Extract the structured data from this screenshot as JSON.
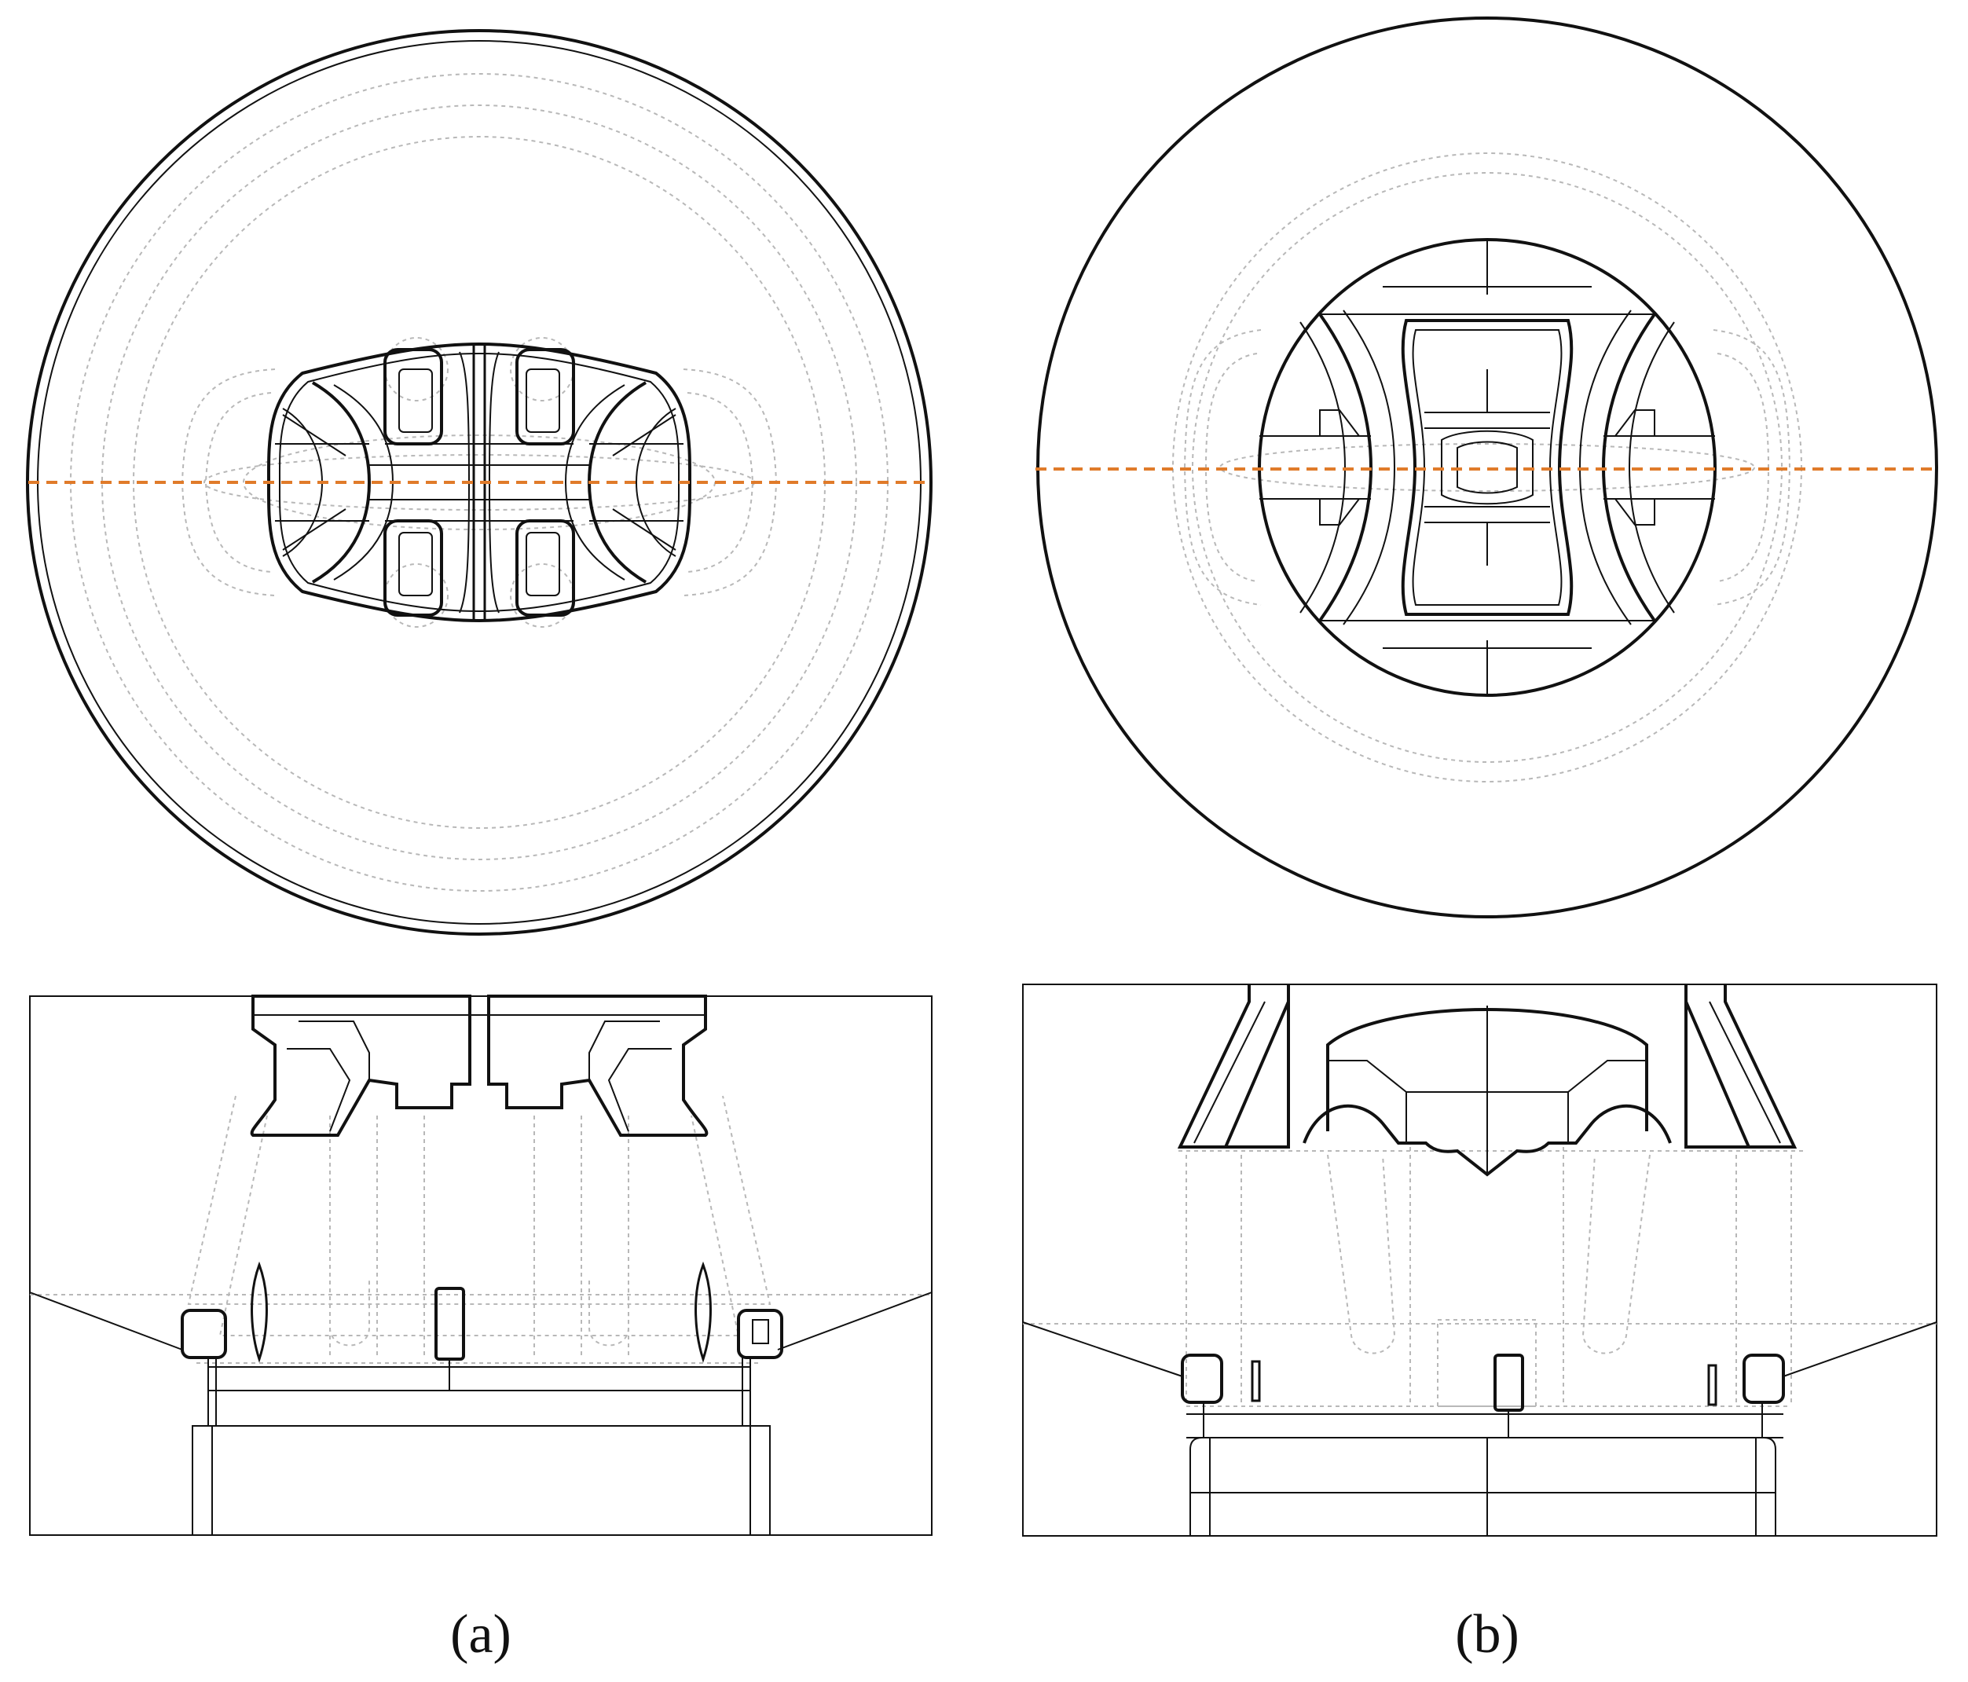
{
  "panels": [
    {
      "id": "a",
      "label": "(a)"
    },
    {
      "id": "b",
      "label": "(b)"
    }
  ],
  "colors": {
    "line": "#111111",
    "hidden_line": "#b8b8b8",
    "section_line": "#e07b2a",
    "background": "#ffffff"
  }
}
